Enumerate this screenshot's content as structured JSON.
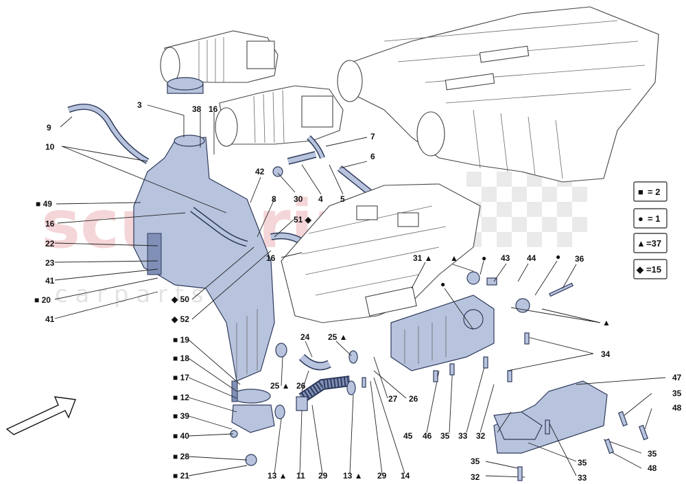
{
  "watermark": {
    "brand": "scuderia",
    "subtitle": "c a r p a r t s"
  },
  "legend": [
    {
      "symbol": "■",
      "value": "= 2"
    },
    {
      "symbol": "●",
      "value": "= 1"
    },
    {
      "symbol": "▲",
      "value": "=37"
    },
    {
      "symbol": "◆",
      "value": "=15"
    }
  ],
  "labels": [
    "3",
    "38",
    "16",
    "9",
    "10",
    "■ 49",
    "16",
    "22",
    "23",
    "41",
    "■ 20",
    "41",
    "42",
    "30",
    "4",
    "5",
    "7",
    "6",
    "8",
    "51 ◆",
    "16",
    "◆ 50",
    "◆ 52",
    "31 ▲",
    "▲",
    "●",
    "43",
    "44",
    "●",
    "36",
    "▲",
    "●",
    "■ 19",
    "■ 18",
    "■ 17",
    "■ 12",
    "■ 39",
    "■ 40",
    "■ 28",
    "■ 21",
    "24",
    "25 ▲",
    "25 ▲",
    "26",
    "27",
    "26",
    "34",
    "47",
    "35",
    "48",
    "35",
    "48",
    "13 ▲",
    "11",
    "29",
    "13 ▲",
    "29",
    "14",
    "45",
    "46",
    "35",
    "33",
    "32",
    "35",
    "33",
    "35",
    "32"
  ]
}
